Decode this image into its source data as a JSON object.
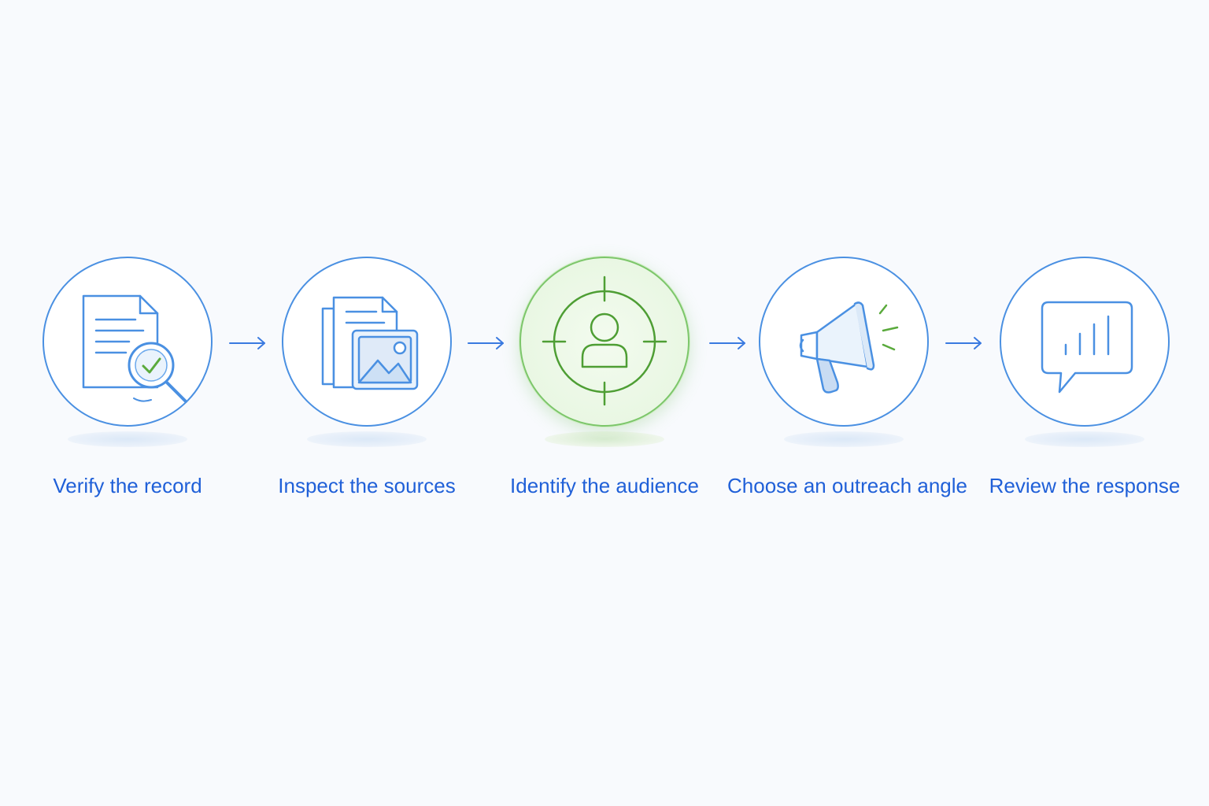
{
  "steps": [
    {
      "label": "Verify the record",
      "icon": "document-search-check-icon"
    },
    {
      "label": "Inspect the sources",
      "icon": "documents-image-icon"
    },
    {
      "label": "Identify the audience",
      "icon": "target-person-icon",
      "active": true
    },
    {
      "label": "Choose an outreach angle",
      "icon": "megaphone-icon"
    },
    {
      "label": "Review the response",
      "icon": "chat-bar-chart-icon"
    }
  ],
  "colors": {
    "primary": "#2060d8",
    "stroke_blue": "#4a90e2",
    "active_green": "#5aaa3c",
    "background": "#f8fafd"
  }
}
